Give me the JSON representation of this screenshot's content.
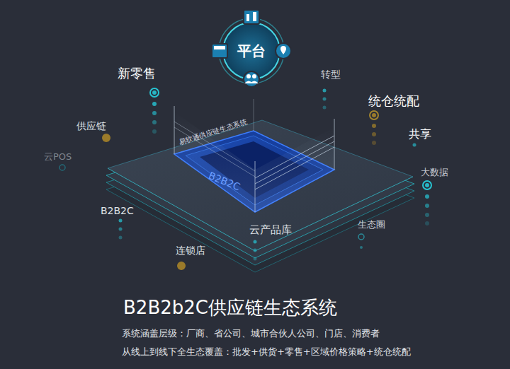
{
  "diagram": {
    "title": "B2B2b2C供应链生态系统",
    "caption": "系统涵盖层级：厂商、省公司、城市合伙人公司、门店、消费者",
    "nodes": [
      {
        "text": [
          "平台"
        ]
      }
    ],
    "labels": [
      "新零售",
      "转型",
      "统仓统配",
      "共享",
      "供应链",
      "云POS",
      "大数据",
      "B2B2C",
      "生态圈",
      "云产品库",
      "连锁店",
      "易软通供应链生态系统",
      "B2B2C",
      "从线上到线下全生态覆盖：批发+供货+零售+区域价格策略+统仓统配"
    ]
  }
}
